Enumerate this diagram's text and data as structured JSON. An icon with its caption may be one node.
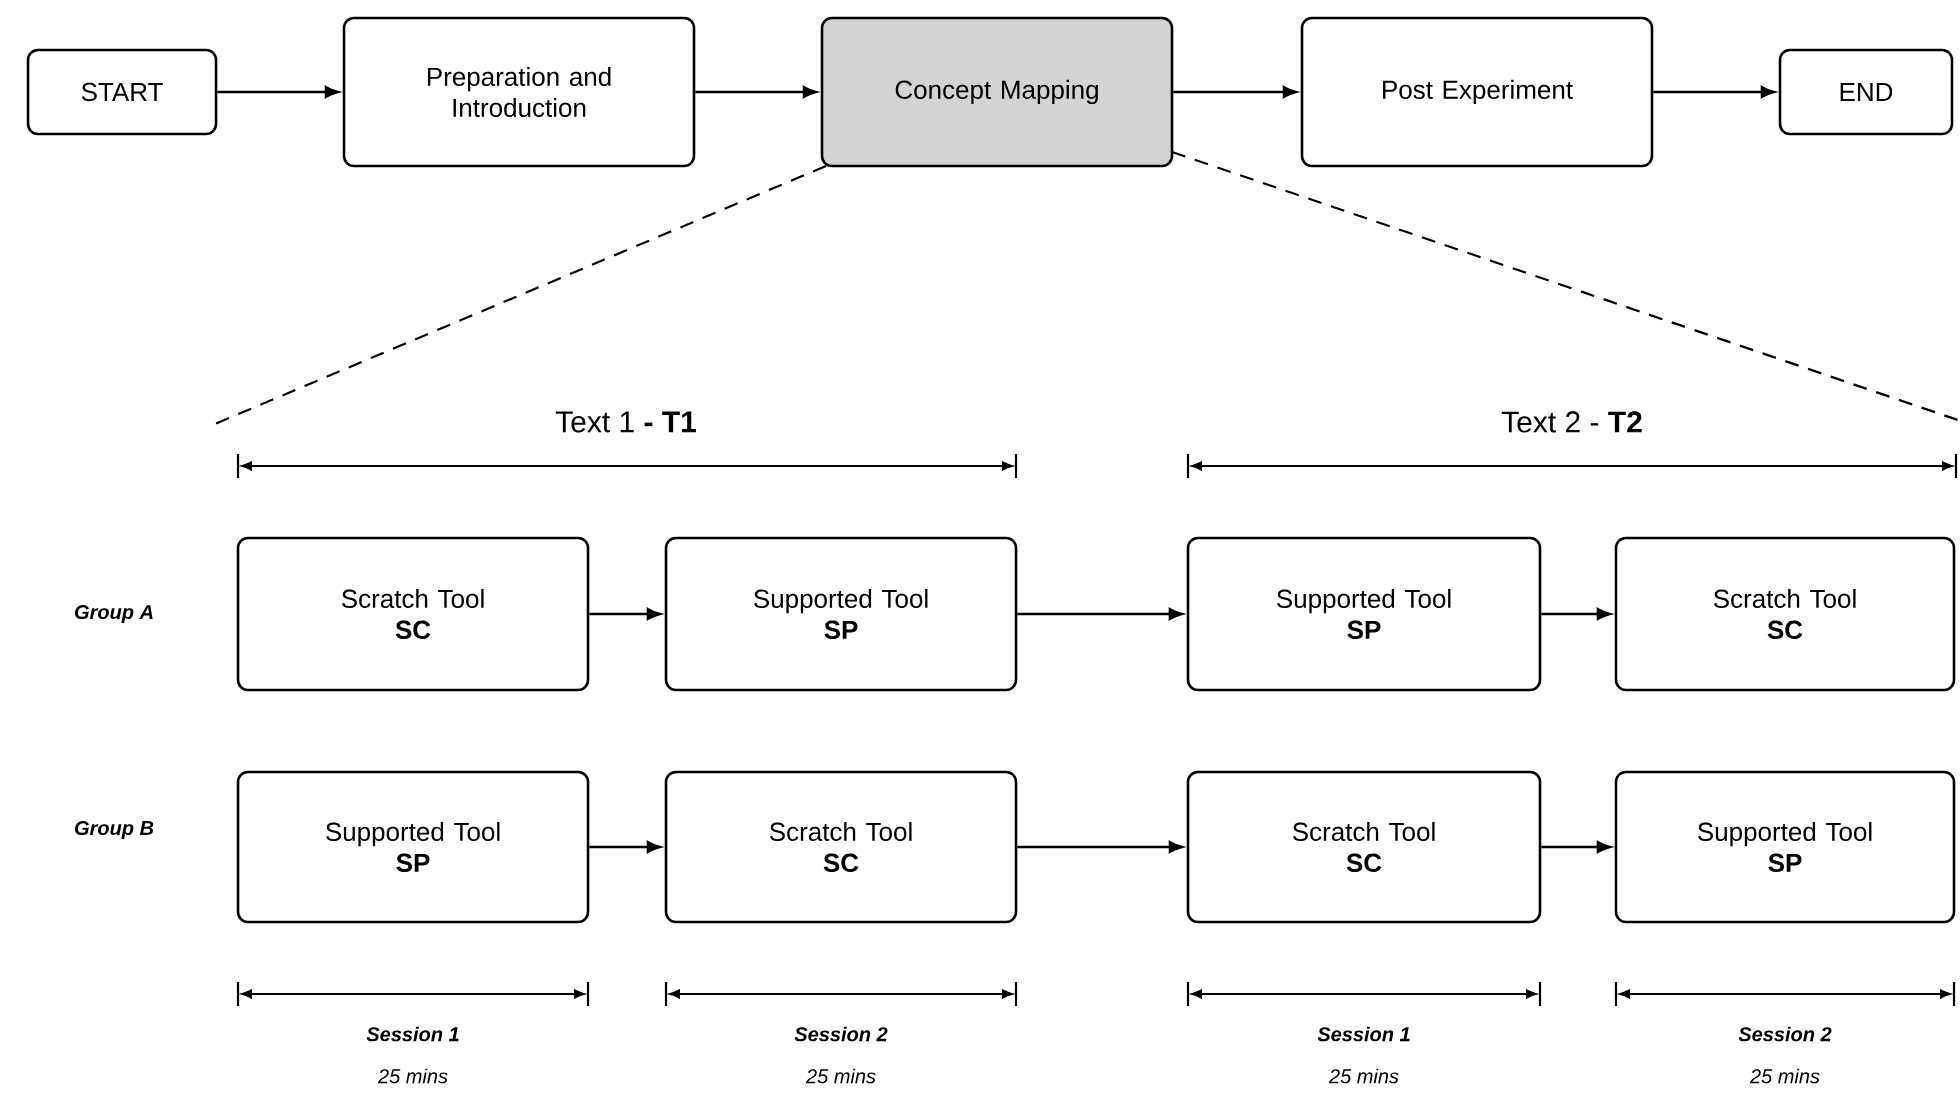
{
  "diagram": {
    "nodes": [
      {
        "text": [
          "START"
        ]
      },
      {
        "text": [
          "Preparation and Introduction"
        ]
      },
      {
        "text": [
          "Concept Mapping"
        ]
      },
      {
        "text": [
          "Post Experiment"
        ]
      },
      {
        "text": [
          "END"
        ]
      },
      {
        "text": [
          "Scratch Tool",
          "SC"
        ]
      },
      {
        "text": [
          "Supported Tool",
          "SP"
        ]
      },
      {
        "text": [
          "Supported Tool",
          "SP"
        ]
      },
      {
        "text": [
          "Scratch Tool",
          "SC"
        ]
      },
      {
        "text": [
          "Supported Tool",
          "SP"
        ]
      },
      {
        "text": [
          "Scratch Tool",
          "SC"
        ]
      },
      {
        "text": [
          "Scratch Tool",
          "SC"
        ]
      },
      {
        "text": [
          "Supported Tool",
          "SP"
        ]
      }
    ],
    "edges": [
      {
        "from": 0,
        "to": 1,
        "arrow": "to"
      },
      {
        "from": 1,
        "to": 2,
        "arrow": "to"
      },
      {
        "from": 2,
        "to": 3,
        "arrow": "to"
      },
      {
        "from": 3,
        "to": 4,
        "arrow": "to"
      },
      {
        "from": 5,
        "to": 6,
        "arrow": "to"
      },
      {
        "from": 6,
        "to": 7,
        "arrow": "to"
      },
      {
        "from": 7,
        "to": 8,
        "arrow": "to"
      },
      {
        "from": 9,
        "to": 10,
        "arrow": "to"
      },
      {
        "from": 10,
        "to": 11,
        "arrow": "to"
      },
      {
        "from": 11,
        "to": 12,
        "arrow": "to"
      }
    ],
    "labels": [
      "Text 1 **- T1**",
      "Text 2 - **T2**",
      "Group A",
      "Group B",
      "Session 1",
      "25 mins",
      "Session 2",
      "25 mins",
      "Session 1",
      "25 mins",
      "Session 2",
      "25 mins"
    ]
  }
}
